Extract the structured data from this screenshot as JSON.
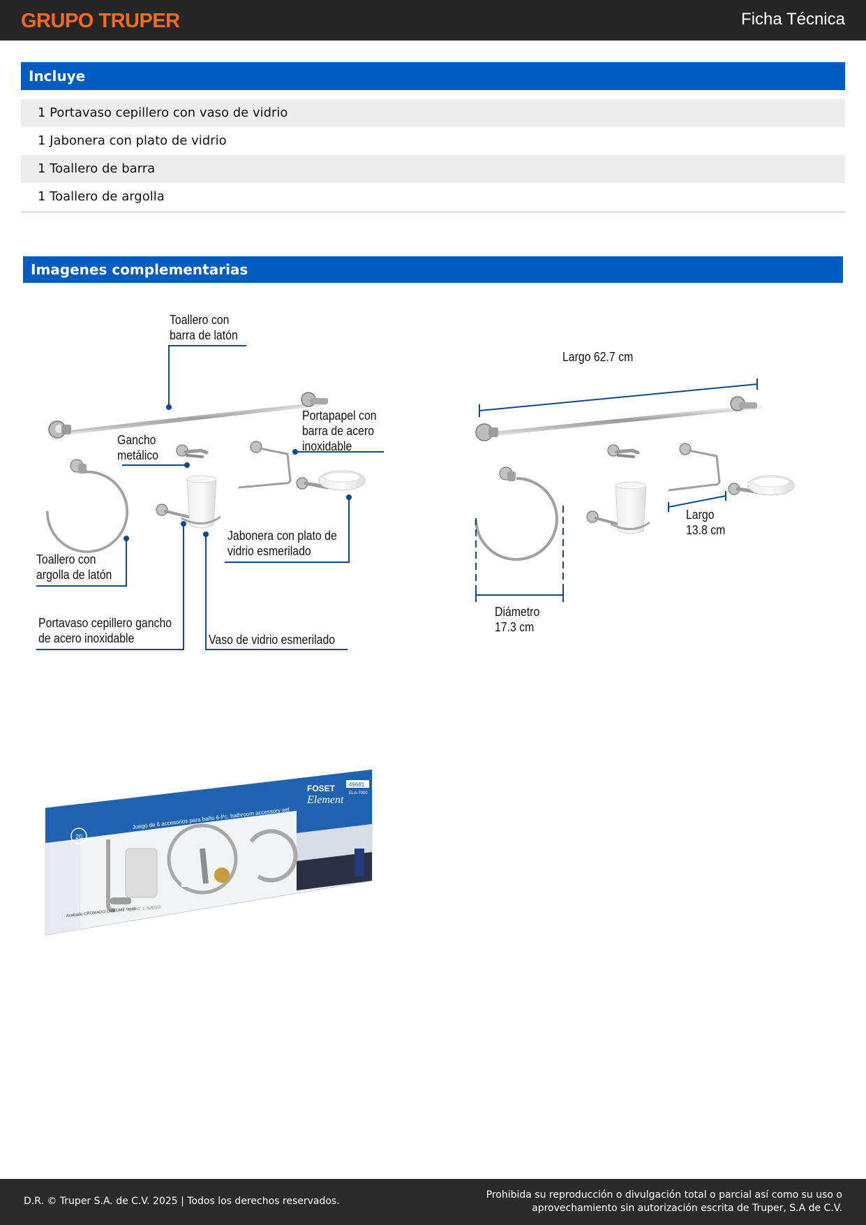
{
  "header": {
    "logo_text": "GRUPO TRUPER",
    "doc_title": "Ficha Técnica"
  },
  "includes": {
    "title": "Incluye",
    "items": [
      "1 Portavaso cepillero con vaso de vidrio",
      "1 Jabonera con plato de vidrio",
      "1 Toallero de barra",
      "1 Toallero de argolla"
    ]
  },
  "images": {
    "title": "Imagenes complementarias",
    "callouts": {
      "towel_bar": "Toallero con\nbarra de latón",
      "hook": "Gancho\nmetálico",
      "paper_holder": "Portapapel con\nbarra de acero\ninoxidable",
      "towel_ring": "Toallero con\nargolla de latón",
      "soap_dish": "Jabonera con plato de\nvidrio esmerilado",
      "tumbler_holder": "Portavaso cepillero gancho\nde acero inoxidable",
      "glass": "Vaso de vidrio esmerilado"
    },
    "dimensions": {
      "bar_length": "Largo 62.7 cm",
      "paper_length": "Largo\n13.8 cm",
      "ring_diameter": "Diámetro\n17.3 cm"
    },
    "package": {
      "brand": "FOSET",
      "line": "Element",
      "code": "49681",
      "model": "ELA-7000",
      "headline": "Juego de 6 accesorios para baño 6-Pc. bathroom accessory set",
      "finish": "Acabado CROMADO\nCHROME finish",
      "content": "CONT. 1 JUEGO",
      "badge": "20"
    }
  },
  "footer": {
    "left": "D.R. © Truper S.A. de C.V. 2025 | Todos los derechos reservados.",
    "right": "Prohibida su reproducción o divulgación total o parcial así como su uso o aprovechamiento sin autorización escrita de Truper, S.A de C.V."
  },
  "colors": {
    "accent_blue": "#005cbf",
    "leader_blue": "#0d4a8c",
    "logo_orange": "#f26b21",
    "header_bg": "#262626"
  }
}
